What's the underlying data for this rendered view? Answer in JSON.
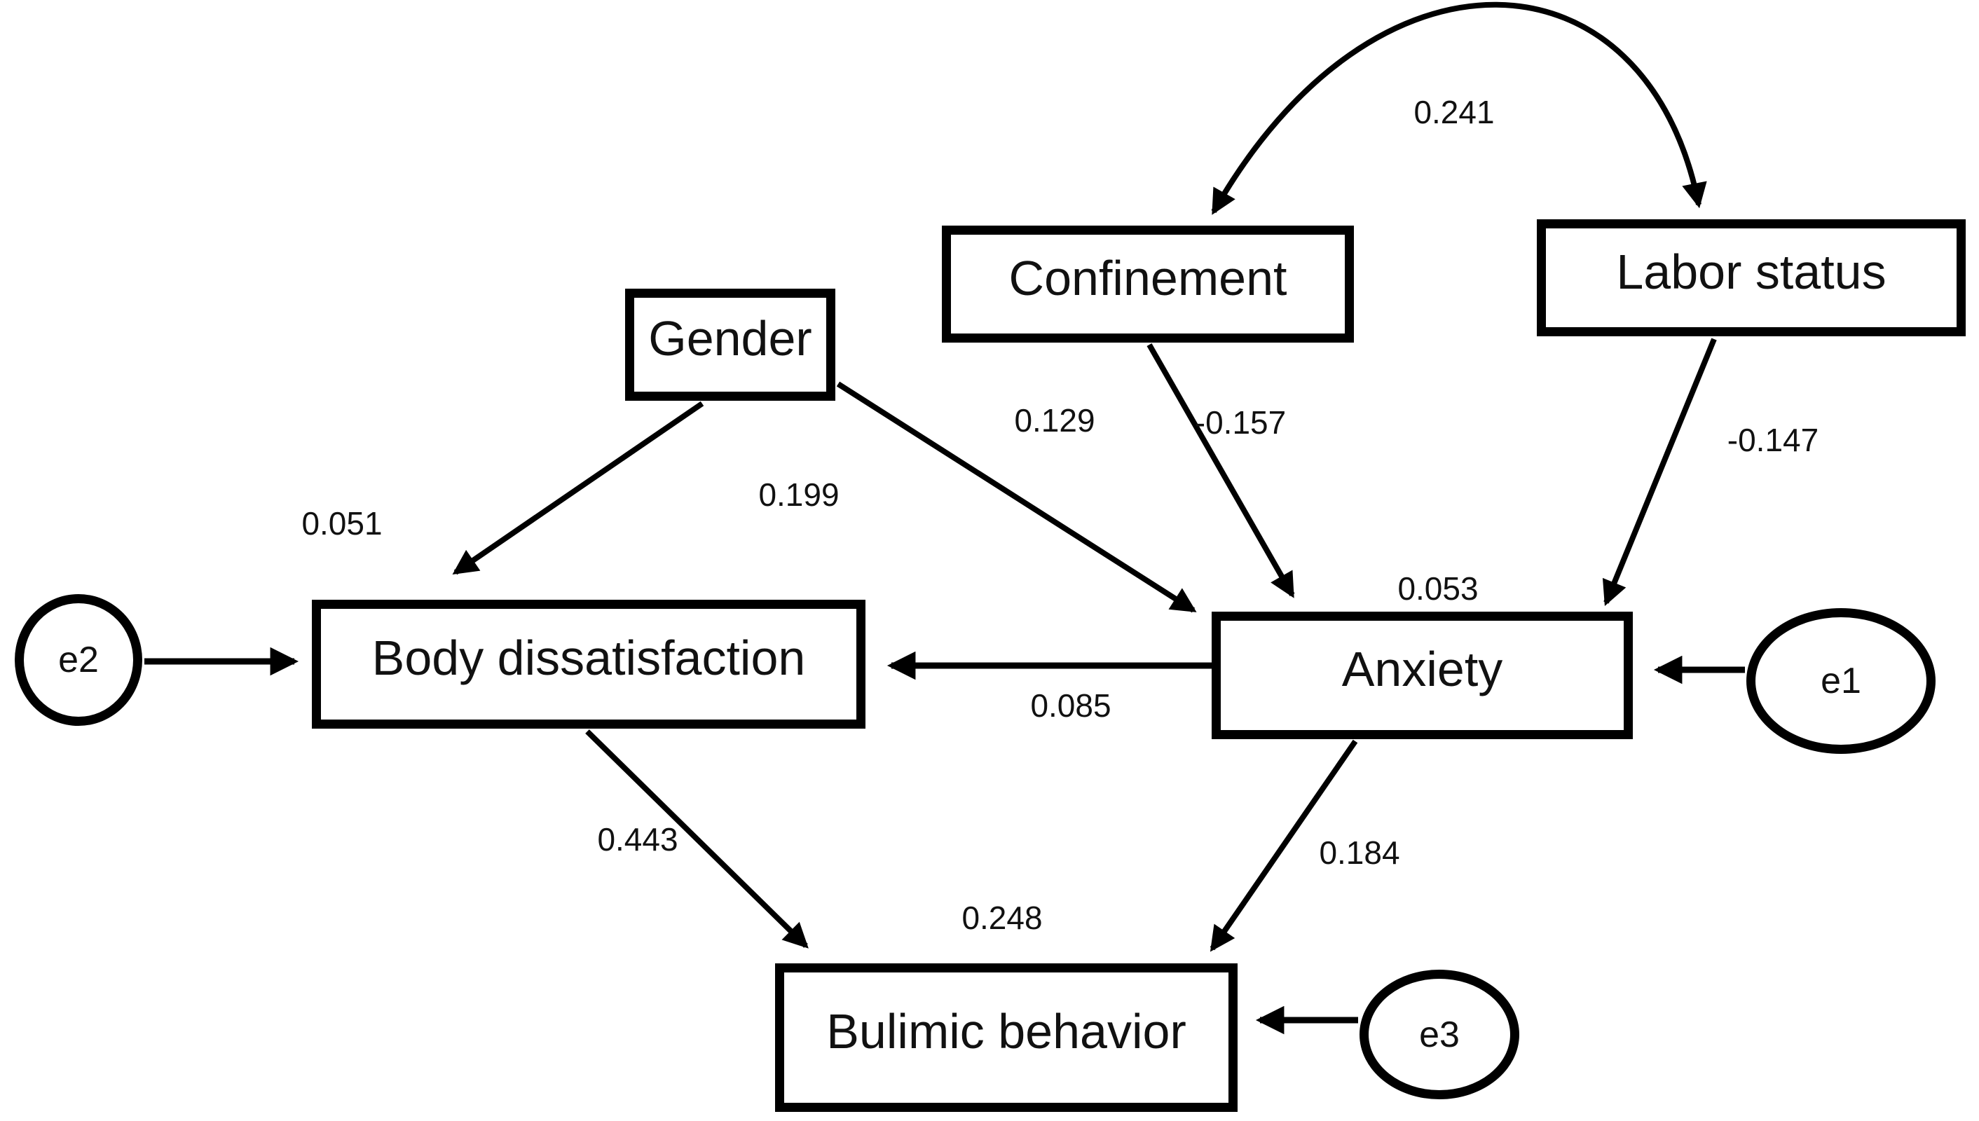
{
  "model": {
    "type": "path-diagram",
    "colors": {
      "line": "#000000",
      "background": "#ffffff",
      "text": "#111111"
    },
    "variables": {
      "gender": {
        "label": "Gender"
      },
      "confinement": {
        "label": "Confinement"
      },
      "labor": {
        "label": "Labor status"
      },
      "body": {
        "label": "Body dissatisfaction"
      },
      "anxiety": {
        "label": "Anxiety"
      },
      "bulimic": {
        "label": "Bulimic behavior"
      }
    },
    "errors": {
      "e1": {
        "label": "e1",
        "attached_to": "Anxiety"
      },
      "e2": {
        "label": "e2",
        "attached_to": "Body dissatisfaction"
      },
      "e3": {
        "label": "e3",
        "attached_to": "Bulimic behavior"
      }
    },
    "paths": {
      "confinement_labor_covariance": {
        "from": "Confinement",
        "to": "Labor status",
        "type": "covariance",
        "value": "0.241"
      },
      "gender_body": {
        "from": "Gender",
        "to": "Body dissatisfaction",
        "type": "regression",
        "value": "0.199"
      },
      "gender_anxiety": {
        "from": "Gender",
        "to": "Anxiety",
        "type": "regression",
        "value": "0.129"
      },
      "confinement_anxiety": {
        "from": "Confinement",
        "to": "Anxiety",
        "type": "regression",
        "value": "-0.157"
      },
      "labor_anxiety": {
        "from": "Labor status",
        "to": "Anxiety",
        "type": "regression",
        "value": "-0.147"
      },
      "anxiety_body": {
        "from": "Anxiety",
        "to": "Body dissatisfaction",
        "type": "regression",
        "value": "0.085"
      },
      "body_bulimic": {
        "from": "Body dissatisfaction",
        "to": "Bulimic behavior",
        "type": "regression",
        "value": "0.443"
      },
      "anxiety_bulimic": {
        "from": "Anxiety",
        "to": "Bulimic behavior",
        "type": "regression",
        "value": "0.184"
      }
    },
    "r_squared": {
      "body": {
        "variable": "Body dissatisfaction",
        "value": "0.051"
      },
      "anxiety": {
        "variable": "Anxiety",
        "value": "0.053"
      },
      "bulimic": {
        "variable": "Bulimic behavior",
        "value": "0.248"
      }
    }
  }
}
